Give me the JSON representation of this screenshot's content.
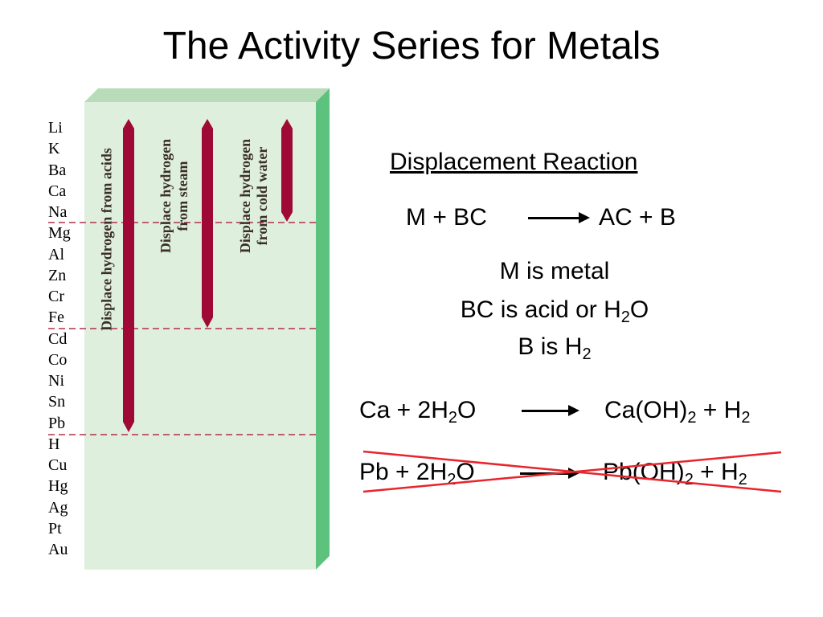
{
  "title": "The Activity Series for Metals",
  "series": {
    "metals": [
      "Li",
      "K",
      "Ba",
      "Ca",
      "Na",
      "Mg",
      "Al",
      "Zn",
      "Cr",
      "Fe",
      "Cd",
      "Co",
      "Ni",
      "Sn",
      "Pb",
      "H",
      "Cu",
      "Hg",
      "Ag",
      "Pt",
      "Au"
    ],
    "columns": [
      {
        "lines": [
          "Displace hydrogen from acids"
        ]
      },
      {
        "lines": [
          "Displace hydrogen",
          "from steam"
        ]
      },
      {
        "lines": [
          "Displace hydrogen",
          "from cold water"
        ]
      }
    ],
    "colors": {
      "panel_front": "#deefde",
      "panel_top": "#b7dcb7",
      "panel_side": "#5ec27f",
      "arrow": "#9e0a35",
      "dash": "#b0304a"
    }
  },
  "reaction": {
    "heading": "Displacement Reaction",
    "general_left": "M + BC",
    "general_right": "AC + B",
    "def1": "M is metal",
    "def2_pre": "BC is acid or H",
    "def2_sub": "2",
    "def2_post": "O",
    "def3_pre": "B is H",
    "def3_sub": "2",
    "ex1": {
      "l1": "Ca + 2H",
      "l_sub": "2",
      "l2": "O",
      "r1": "Ca(OH)",
      "r_sub1": "2",
      "r2": " + H",
      "r_sub2": "2"
    },
    "ex2": {
      "l1": "Pb + 2H",
      "l_sub": "2",
      "l2": "O",
      "r1": "Pb(OH)",
      "r_sub1": "2",
      "r2": " + H",
      "r_sub2": "2",
      "struck": true,
      "strike_color": "#e8242c"
    }
  }
}
